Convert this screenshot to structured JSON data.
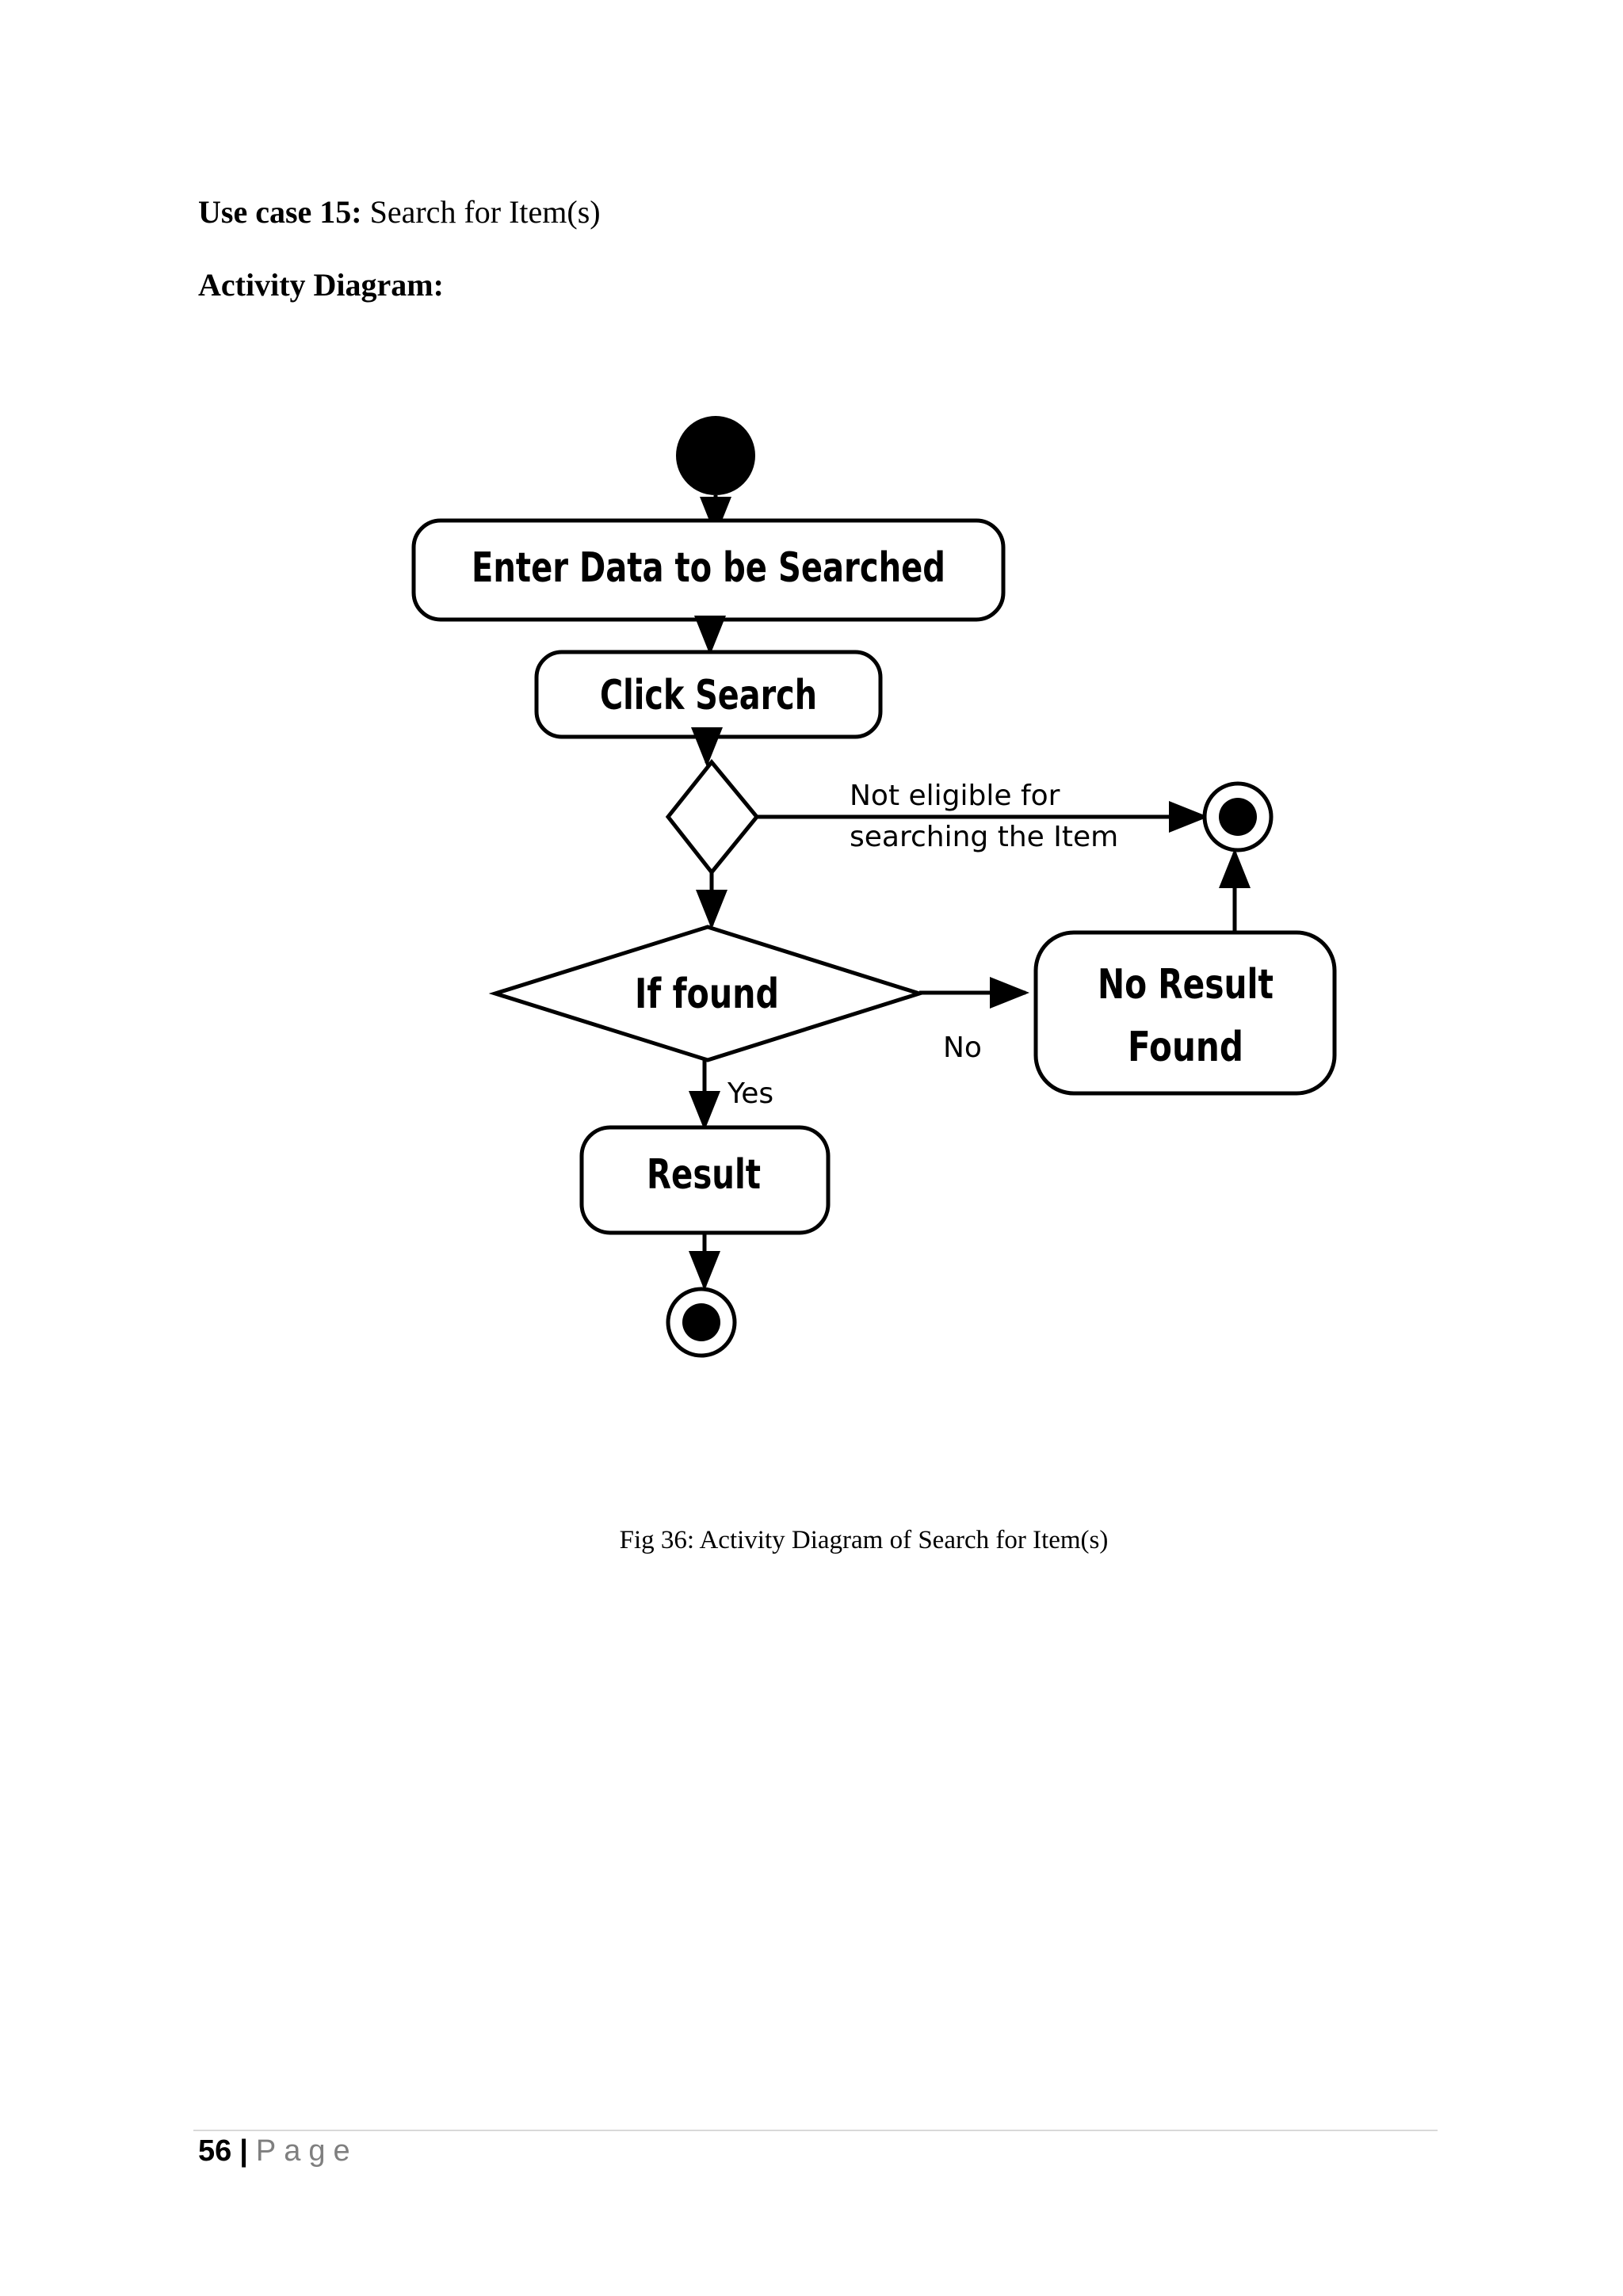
{
  "header": {
    "usecase_label": "Use case 15:",
    "usecase_title": "Search for Item(s)",
    "section_heading": "Activity Diagram:"
  },
  "diagram": {
    "nodes": {
      "enter_data": "Enter Data to be Searched",
      "click_search": "Click Search",
      "if_found": "If found",
      "no_result_line1": "No Result",
      "no_result_line2": "Found",
      "result": "Result"
    },
    "edge_labels": {
      "not_eligible_line1": "Not eligible for",
      "not_eligible_line2": "searching the Item",
      "no": "No",
      "yes": "Yes"
    }
  },
  "caption": "Fig 36: Activity Diagram of Search for Item(s)",
  "footer": {
    "page_number": "56",
    "separator": "|",
    "page_word": "Page"
  }
}
